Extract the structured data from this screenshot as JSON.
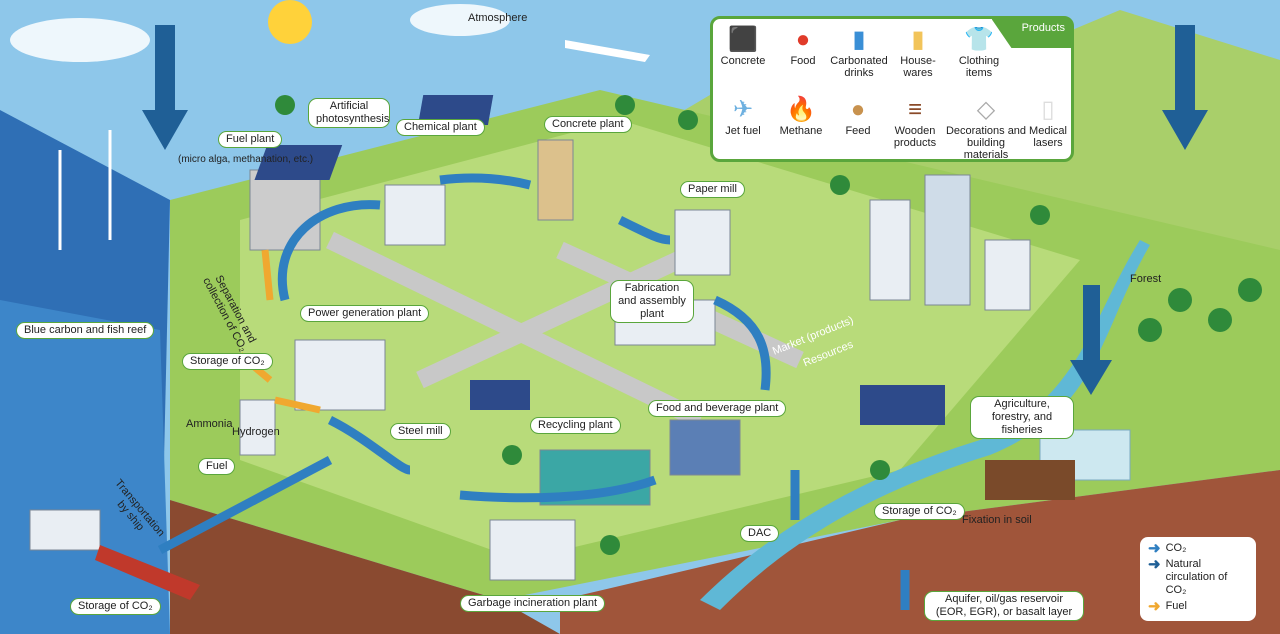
{
  "atmosphere": "Atmosphere",
  "products": {
    "title": "Products",
    "items": [
      {
        "label": "Concrete",
        "icon": "cube-icon"
      },
      {
        "label": "Food",
        "icon": "tomato-icon"
      },
      {
        "label": "Carbonated drinks",
        "icon": "bottle-icon"
      },
      {
        "label": "House-wares",
        "icon": "detergent-icon"
      },
      {
        "label": "Clothing items",
        "icon": "shirt-icon"
      },
      {
        "label": "Jet fuel",
        "icon": "plane-icon"
      },
      {
        "label": "Methane",
        "icon": "flame-icon"
      },
      {
        "label": "Feed",
        "icon": "sack-icon"
      },
      {
        "label": "Wooden products",
        "icon": "logs-icon"
      },
      {
        "label": "Decorations and building materials",
        "icon": "tile-icon"
      },
      {
        "label": "Medical lasers",
        "icon": "laser-machine-icon"
      }
    ]
  },
  "labels": {
    "artificial_photosynthesis": "Artificial photosynthesis",
    "fuel_plant": "Fuel plant",
    "fuel_plant_note": "(micro alga, methanation, etc.)",
    "chemical_plant": "Chemical plant",
    "concrete_plant": "Concrete plant",
    "paper_mill": "Paper mill",
    "blue_carbon": "Blue carbon and fish reef",
    "separation": "Separation and collection of CO₂",
    "power_plant": "Power generation plant",
    "fabrication": "Fabrication and assembly plant",
    "storage_left": "Storage of CO₂",
    "market": "Market (products)",
    "resources": "Resources",
    "food_beverage": "Food and beverage plant",
    "agriculture": "Agriculture, forestry, and fisheries",
    "forest": "Forest",
    "ammonia": "Ammonia",
    "hydrogen": "Hydrogen",
    "fuel": "Fuel",
    "steel_mill": "Steel mill",
    "recycling": "Recycling plant",
    "transport_ship": "Transportation by ship",
    "storage_mid": "Storage of CO₂",
    "fixation": "Fixation in soil",
    "dac": "DAC",
    "storage_sea": "Storage of CO₂",
    "garbage": "Garbage incineration plant",
    "aquifer": "Aquifer, oil/gas reservoir (EOR, EGR), or basalt layer"
  },
  "legend": {
    "items": [
      {
        "label": "CO₂",
        "color": "#2f7fc1"
      },
      {
        "label": "Natural circulation of CO₂",
        "color": "#1f5f96"
      },
      {
        "label": "Fuel",
        "color": "#f0a830"
      }
    ]
  }
}
